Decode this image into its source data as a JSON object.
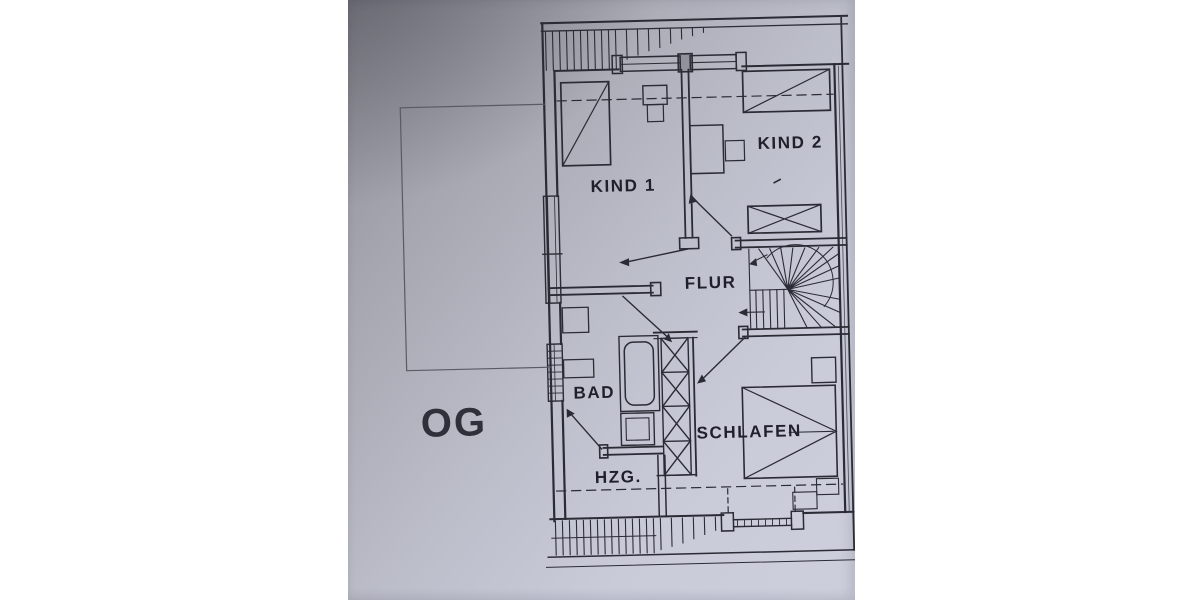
{
  "plan": {
    "floor_label": "OG",
    "room_labels": {
      "kind1": "KIND 1",
      "kind2": "KIND 2",
      "flur": "FLUR",
      "bad": "BAD",
      "schlafen": "SCHLAFEN",
      "hzg": "HZG."
    },
    "colors": {
      "paper_light": "#cdcfdc",
      "paper_dark": "#85858d",
      "ink": "#2b2b35",
      "label_text": "#20202c"
    }
  }
}
